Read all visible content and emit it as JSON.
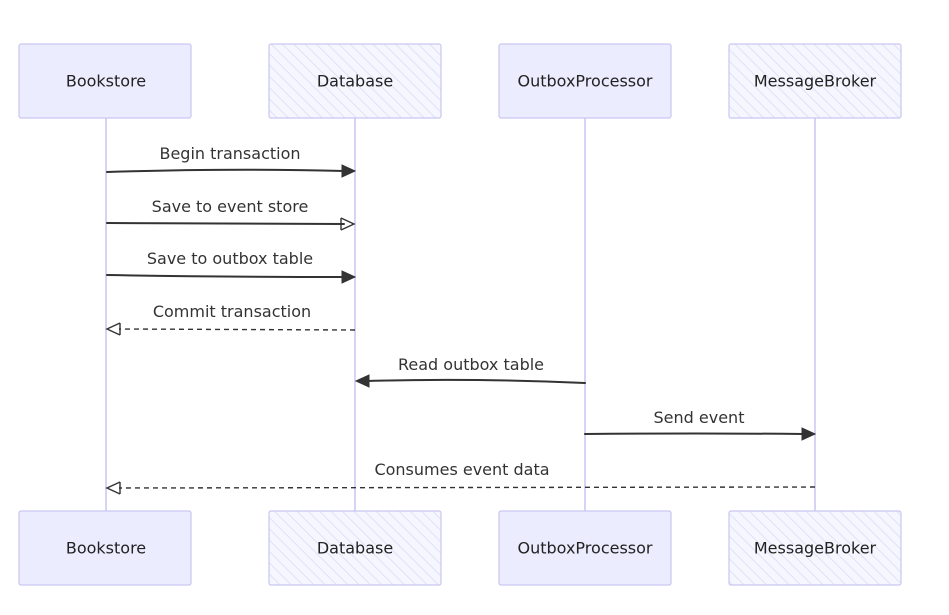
{
  "participants": [
    {
      "id": "bookstore",
      "label": "Bookstore",
      "hatched": false
    },
    {
      "id": "database",
      "label": "Database",
      "hatched": true
    },
    {
      "id": "outbox",
      "label": "OutboxProcessor",
      "hatched": false
    },
    {
      "id": "broker",
      "label": "MessageBroker",
      "hatched": true
    }
  ],
  "messages": [
    {
      "id": "m1",
      "label": "Begin transaction",
      "from": "bookstore",
      "to": "database",
      "style": "solid",
      "arrow": "filled"
    },
    {
      "id": "m2",
      "label": "Save to event store",
      "from": "bookstore",
      "to": "database",
      "style": "solid",
      "arrow": "open"
    },
    {
      "id": "m3",
      "label": "Save to outbox table",
      "from": "bookstore",
      "to": "database",
      "style": "solid",
      "arrow": "filled"
    },
    {
      "id": "m4",
      "label": "Commit transaction",
      "from": "database",
      "to": "bookstore",
      "style": "dashed",
      "arrow": "open"
    },
    {
      "id": "m5",
      "label": "Read outbox table",
      "from": "outbox",
      "to": "database",
      "style": "solid",
      "arrow": "filled"
    },
    {
      "id": "m6",
      "label": "Send event",
      "from": "outbox",
      "to": "broker",
      "style": "solid",
      "arrow": "filled"
    },
    {
      "id": "m7",
      "label": "Consumes event data",
      "from": "broker",
      "to": "bookstore",
      "style": "dashed",
      "arrow": "open"
    }
  ],
  "colors": {
    "actor_fill": "#ECECFF",
    "actor_stroke": "#c9c6f2",
    "lifeline": "#d7d3f5",
    "message": "#333333"
  }
}
